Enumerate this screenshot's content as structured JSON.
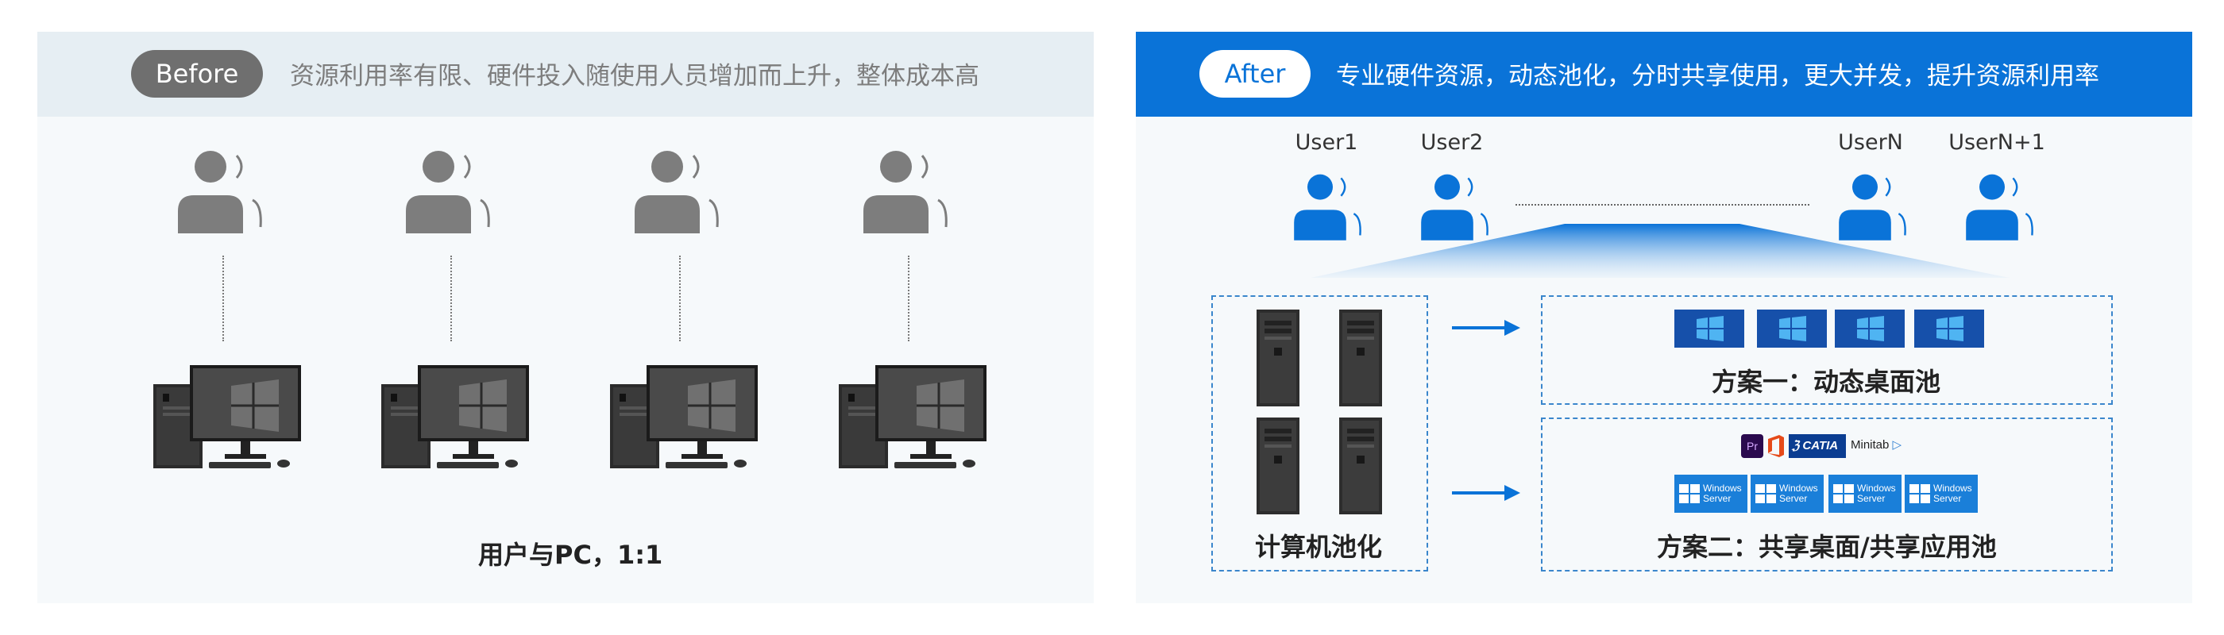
{
  "before": {
    "badge": "Before",
    "header_text": "资源利用率有限、硬件投入随使用人员增加而上升，整体成本高",
    "caption": "用户与PC，1:1"
  },
  "after": {
    "badge": "After",
    "header_text": "专业硬件资源，动态池化，分时共享使用，更大并发，提升资源利用率",
    "users": [
      "User1",
      "User2",
      "UserN",
      "UserN+1"
    ],
    "pool_caption": "计算机池化",
    "scheme1": "方案一：动态桌面池",
    "scheme2": "方案二：共享桌面/共享应用池",
    "apps": [
      "Pr",
      "CATIA",
      "Minitab"
    ],
    "server_tile_text": [
      "Windows",
      "Server"
    ]
  },
  "colors": {
    "accent_blue": "#0a73d8",
    "gray_user": "#7d7d7d",
    "dash_border": "#3a86cc"
  }
}
